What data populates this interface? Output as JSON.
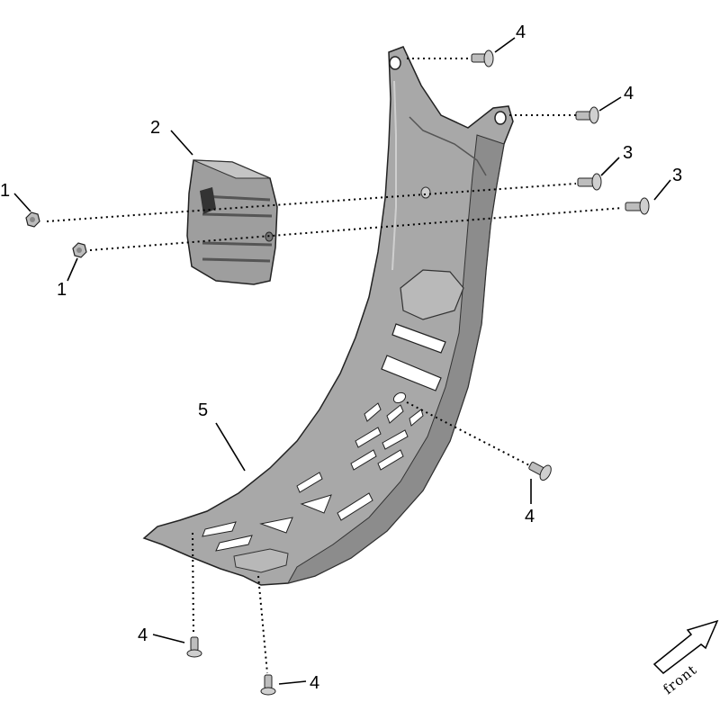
{
  "parts": {
    "p1": "1",
    "p2": "2",
    "p3": "3",
    "p4": "4",
    "p5": "5"
  },
  "direction": {
    "label": "front"
  },
  "colors": {
    "plate_fill": "#a7a7a7",
    "plate_dark": "#7d7d7d",
    "plate_light": "#cdcdcd",
    "block_fill": "#9e9e9e",
    "hardware": "#bdbdbd",
    "ink": "#000000"
  }
}
